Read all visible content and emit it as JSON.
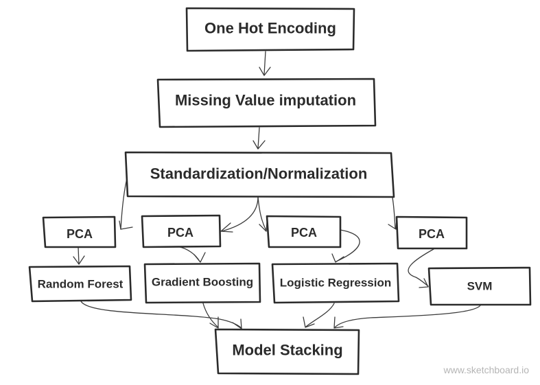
{
  "nodes": {
    "one_hot": "One Hot Encoding",
    "missing": "Missing Value imputation",
    "standardization": "Standardization/Normalization",
    "pca_1": "PCA",
    "pca_2": "PCA",
    "pca_3": "PCA",
    "pca_4": "PCA",
    "random_forest": "Random Forest",
    "gradient_boosting": "Gradient Boosting",
    "logistic_regression": "Logistic Regression",
    "svm": "SVM",
    "model_stacking": "Model Stacking"
  },
  "edges": [
    {
      "from": "one_hot",
      "to": "missing"
    },
    {
      "from": "missing",
      "to": "standardization"
    },
    {
      "from": "standardization",
      "to": "pca_1"
    },
    {
      "from": "standardization",
      "to": "pca_2"
    },
    {
      "from": "standardization",
      "to": "pca_3"
    },
    {
      "from": "standardization",
      "to": "pca_4"
    },
    {
      "from": "pca_1",
      "to": "random_forest"
    },
    {
      "from": "pca_2",
      "to": "gradient_boosting"
    },
    {
      "from": "pca_3",
      "to": "logistic_regression"
    },
    {
      "from": "pca_4",
      "to": "svm"
    },
    {
      "from": "random_forest",
      "to": "model_stacking"
    },
    {
      "from": "gradient_boosting",
      "to": "model_stacking"
    },
    {
      "from": "logistic_regression",
      "to": "model_stacking"
    },
    {
      "from": "svm",
      "to": "model_stacking"
    }
  ],
  "watermark": "www.sketchboard.io",
  "colors": {
    "ink": "#2b2b2b",
    "watermark": "#b5b5b5",
    "background": "#ffffff"
  }
}
